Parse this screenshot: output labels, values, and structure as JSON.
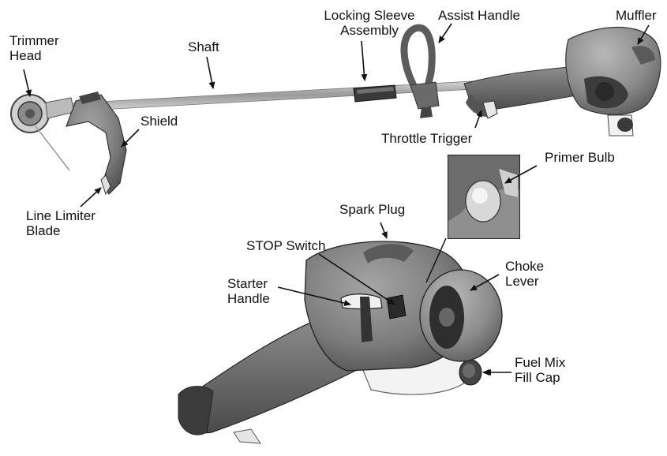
{
  "labels": {
    "trimmer_head": [
      "Trimmer",
      "Head"
    ],
    "shaft": [
      "Shaft"
    ],
    "locking_sleeve": [
      "Locking Sleeve",
      "Assembly"
    ],
    "assist_handle": [
      "Assist Handle"
    ],
    "muffler": [
      "Muffler"
    ],
    "shield": [
      "Shield"
    ],
    "throttle_trigger": [
      "Throttle Trigger"
    ],
    "primer_bulb": [
      "Primer Bulb"
    ],
    "line_limiter": [
      "Line Limiter",
      "Blade"
    ],
    "spark_plug": [
      "Spark Plug"
    ],
    "stop_switch": [
      "STOP Switch"
    ],
    "choke_lever": [
      "Choke",
      "Lever"
    ],
    "starter_handle": [
      "Starter",
      "Handle"
    ],
    "fuel_cap": [
      "Fuel Mix",
      "Fill Cap"
    ]
  },
  "colors": {
    "ink": "#111111",
    "metal": "#b8b8b8",
    "body_dark": "#6e6e6e",
    "body_mid": "#8a8a8a",
    "tank": "#f2f2f2"
  }
}
